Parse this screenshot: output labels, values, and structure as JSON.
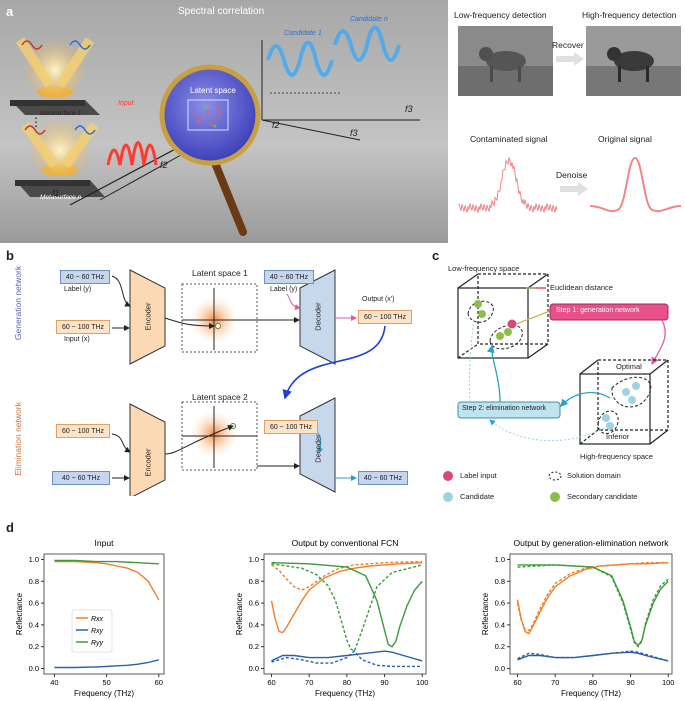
{
  "panel_a": {
    "letter": "a",
    "title": "Spectral correlation",
    "metasurface_1": "Metasurface 1",
    "metasurface_n": "Metasurface n",
    "dots": "⋮",
    "input": "Input",
    "latent_space": "Latent space",
    "candidate_1": "Candidate 1",
    "candidate_n": "Candidate n",
    "f1": "f1",
    "f2": "f2",
    "f3": "f3",
    "low_freq_detection": "Low-frequency detection",
    "high_freq_detection": "High-frequency detection",
    "recover": "Recover",
    "contaminated_signal": "Contaminated signal",
    "original_signal": "Original signal",
    "denoise": "Denoise"
  },
  "panel_b": {
    "letter": "b",
    "generation_network": "Generation network",
    "elimination_network": "Elimination network",
    "latent_space_1": "Latent space 1",
    "latent_space_2": "Latent space 2",
    "label_y": "Label (y)",
    "input_x": "Input (x)",
    "output_x": "Output (x')",
    "range_40_60": "40 ~ 60 THz",
    "range_60_100": "60 ~ 100 THz",
    "encoder": "Encoder",
    "decoder": "Decoder"
  },
  "panel_c": {
    "letter": "c",
    "low_freq_space": "Low-frequency space",
    "high_freq_space": "High-frequency space",
    "euclidean": "Euclidean distance",
    "step1": "Step 1: generation network",
    "step2": "Step 2: elimination network",
    "optimal": "Optimal",
    "inferior": "Inferior",
    "legend": {
      "label_input": "Label input",
      "solution_domain": "Solution domain",
      "candidate": "Candidate",
      "secondary_candidate": "Secondary candidate"
    },
    "colors": {
      "label": "#d9487a",
      "candidate": "#9fd3e4",
      "secondary": "#8cbf4a"
    }
  },
  "panel_d": {
    "letter": "d",
    "colors": {
      "Rxx": "#f07f2a",
      "Rxy": "#2b5fa6",
      "Ryy": "#3d9a3d"
    },
    "y_axis_label": "Reflectance",
    "x_axis_label": "Frequency (THz)",
    "legend": [
      "Rxx",
      "Rxy",
      "Ryy"
    ]
  },
  "chart_data": [
    {
      "type": "line",
      "title": "Input",
      "xlabel": "Frequency (THz)",
      "ylabel": "Reflectance",
      "xlim": [
        38,
        61
      ],
      "ylim": [
        -0.05,
        1.05
      ],
      "xticks": [
        40,
        50,
        60
      ],
      "yticks": [
        0.0,
        0.2,
        0.4,
        0.6,
        0.8,
        1.0
      ],
      "series": [
        {
          "name": "Rxx",
          "x": [
            40,
            44,
            48,
            50,
            52,
            54,
            56,
            58,
            60
          ],
          "y": [
            0.98,
            0.98,
            0.97,
            0.96,
            0.94,
            0.92,
            0.88,
            0.8,
            0.63
          ]
        },
        {
          "name": "Rxy",
          "x": [
            40,
            44,
            48,
            50,
            52,
            54,
            56,
            58,
            60
          ],
          "y": [
            0.01,
            0.01,
            0.015,
            0.02,
            0.025,
            0.03,
            0.04,
            0.055,
            0.08
          ]
        },
        {
          "name": "Ryy",
          "x": [
            40,
            44,
            48,
            52,
            56,
            60
          ],
          "y": [
            0.99,
            0.99,
            0.98,
            0.98,
            0.97,
            0.96
          ]
        }
      ]
    },
    {
      "type": "line",
      "title": "Output by conventional FCN",
      "xlabel": "Frequency (THz)",
      "ylabel": "Reflectance",
      "xlim": [
        58,
        101
      ],
      "ylim": [
        -0.05,
        1.05
      ],
      "xticks": [
        60,
        70,
        80,
        90,
        100
      ],
      "yticks": [
        0.0,
        0.2,
        0.4,
        0.6,
        0.8,
        1.0
      ],
      "series": [
        {
          "name": "Rxx",
          "style": "solid",
          "x": [
            60,
            61,
            62,
            63,
            64,
            66,
            68,
            70,
            74,
            78,
            82,
            86,
            90,
            94,
            100
          ],
          "y": [
            0.62,
            0.45,
            0.34,
            0.33,
            0.38,
            0.5,
            0.62,
            0.72,
            0.83,
            0.89,
            0.92,
            0.94,
            0.95,
            0.96,
            0.97
          ]
        },
        {
          "name": "Rxx",
          "style": "dashed",
          "x": [
            60,
            62,
            64,
            66,
            68,
            70,
            74,
            78,
            82,
            86,
            90,
            100
          ],
          "y": [
            0.95,
            0.9,
            0.82,
            0.75,
            0.72,
            0.75,
            0.85,
            0.92,
            0.95,
            0.96,
            0.97,
            0.98
          ]
        },
        {
          "name": "Rxy",
          "style": "solid",
          "x": [
            60,
            63,
            66,
            70,
            75,
            80,
            85,
            90,
            92,
            95,
            100
          ],
          "y": [
            0.07,
            0.12,
            0.12,
            0.1,
            0.1,
            0.12,
            0.14,
            0.16,
            0.15,
            0.12,
            0.07
          ]
        },
        {
          "name": "Rxy",
          "style": "dashed",
          "x": [
            60,
            64,
            68,
            72,
            76,
            80,
            82,
            84,
            88,
            92,
            96,
            100
          ],
          "y": [
            0.06,
            0.1,
            0.08,
            0.05,
            0.05,
            0.1,
            0.16,
            0.08,
            0.03,
            0.02,
            0.02,
            0.02
          ]
        },
        {
          "name": "Ryy",
          "style": "solid",
          "x": [
            60,
            70,
            80,
            85,
            88,
            90,
            91,
            92,
            93,
            94,
            96,
            98,
            100
          ],
          "y": [
            0.97,
            0.96,
            0.93,
            0.85,
            0.62,
            0.35,
            0.22,
            0.2,
            0.25,
            0.38,
            0.58,
            0.72,
            0.8
          ]
        },
        {
          "name": "Ryy",
          "style": "dashed",
          "x": [
            60,
            64,
            68,
            72,
            75,
            77,
            78,
            79,
            80,
            81,
            82,
            84,
            88,
            92,
            100
          ],
          "y": [
            0.96,
            0.94,
            0.92,
            0.86,
            0.76,
            0.62,
            0.5,
            0.38,
            0.26,
            0.18,
            0.16,
            0.35,
            0.75,
            0.88,
            0.95
          ]
        }
      ]
    },
    {
      "type": "line",
      "title": "Output by generation-elimination network",
      "xlabel": "Frequency (THz)",
      "ylabel": "Reflectance",
      "xlim": [
        58,
        101
      ],
      "ylim": [
        -0.05,
        1.05
      ],
      "xticks": [
        60,
        70,
        80,
        90,
        100
      ],
      "yticks": [
        0.0,
        0.2,
        0.4,
        0.6,
        0.8,
        1.0
      ],
      "series": [
        {
          "name": "Rxx",
          "style": "solid",
          "x": [
            60,
            61,
            62,
            63,
            64,
            66,
            68,
            70,
            74,
            78,
            82,
            86,
            90,
            94,
            100
          ],
          "y": [
            0.63,
            0.45,
            0.34,
            0.32,
            0.38,
            0.52,
            0.65,
            0.75,
            0.85,
            0.91,
            0.94,
            0.95,
            0.96,
            0.96,
            0.97
          ]
        },
        {
          "name": "Rxx",
          "style": "dashed",
          "x": [
            60,
            61,
            62,
            63,
            64,
            66,
            68,
            70,
            74,
            78,
            82,
            86,
            90,
            94,
            100
          ],
          "y": [
            0.6,
            0.44,
            0.36,
            0.35,
            0.4,
            0.55,
            0.68,
            0.78,
            0.87,
            0.92,
            0.94,
            0.95,
            0.96,
            0.97,
            0.97
          ]
        },
        {
          "name": "Rxy",
          "style": "solid",
          "x": [
            60,
            63,
            66,
            70,
            75,
            80,
            85,
            90,
            92,
            95,
            100
          ],
          "y": [
            0.08,
            0.12,
            0.12,
            0.1,
            0.1,
            0.12,
            0.14,
            0.15,
            0.14,
            0.11,
            0.07
          ]
        },
        {
          "name": "Rxy",
          "style": "dashed",
          "x": [
            60,
            63,
            66,
            70,
            75,
            80,
            85,
            90,
            92,
            95,
            100
          ],
          "y": [
            0.09,
            0.14,
            0.13,
            0.1,
            0.1,
            0.12,
            0.14,
            0.16,
            0.15,
            0.12,
            0.07
          ]
        },
        {
          "name": "Ryy",
          "style": "solid",
          "x": [
            60,
            70,
            80,
            85,
            88,
            90,
            91,
            92,
            93,
            94,
            96,
            98,
            100
          ],
          "y": [
            0.95,
            0.95,
            0.93,
            0.85,
            0.62,
            0.38,
            0.25,
            0.21,
            0.26,
            0.4,
            0.6,
            0.73,
            0.8
          ]
        },
        {
          "name": "Ryy",
          "style": "dashed",
          "x": [
            60,
            70,
            80,
            85,
            88,
            90,
            91,
            92,
            93,
            94,
            96,
            98,
            100
          ],
          "y": [
            0.93,
            0.95,
            0.93,
            0.84,
            0.6,
            0.36,
            0.24,
            0.2,
            0.25,
            0.42,
            0.63,
            0.76,
            0.82
          ]
        }
      ]
    }
  ]
}
